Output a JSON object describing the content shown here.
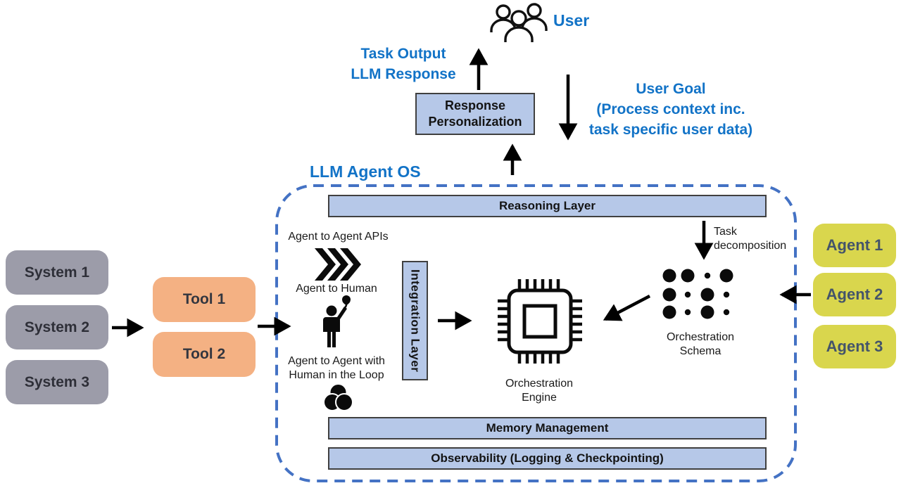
{
  "colors": {
    "accent_blue": "#1273c7",
    "dashed_border": "#4472c4",
    "bar_fill": "#b6c8e8",
    "bar_border": "#404040",
    "system_fill": "#9c9ca9",
    "tool_fill": "#f4b183",
    "agent_fill": "#d9d64d",
    "agent_text": "#44546a",
    "arrow": "#000000"
  },
  "user": {
    "label": "User",
    "icon": "user-group-icon"
  },
  "annotations": {
    "task_output": "Task Output\nLLM Response",
    "user_goal": "User Goal\n(Process context inc.\ntask specific user data)",
    "task_decomposition": "Task\ndecomposition"
  },
  "os": {
    "title": "LLM Agent OS",
    "response_personalization": "Response\nPersonalization",
    "layers": {
      "reasoning": "Reasoning Layer",
      "integration": "Integration Layer",
      "memory": "Memory Management",
      "observability": "Observability (Logging & Checkpointing)"
    },
    "icon_labels": {
      "agent_to_agent": "Agent to Agent APIs",
      "agent_to_human": "Agent to Human",
      "agent_to_agent_hitl": "Agent to Agent with\nHuman in the Loop"
    },
    "engine_label": "Orchestration\nEngine",
    "schema_label": "Orchestration\nSchema",
    "schema_dots": [
      [
        "L",
        "L",
        "S",
        "L"
      ],
      [
        "L",
        "S",
        "L",
        "S"
      ],
      [
        "L",
        "S",
        "L",
        "S"
      ]
    ]
  },
  "systems": [
    {
      "label": "System 1"
    },
    {
      "label": "System 2"
    },
    {
      "label": "System 3"
    }
  ],
  "tools": [
    {
      "label": "Tool 1"
    },
    {
      "label": "Tool 2"
    }
  ],
  "agents": [
    {
      "label": "Agent 1"
    },
    {
      "label": "Agent 2"
    },
    {
      "label": "Agent 3"
    }
  ]
}
